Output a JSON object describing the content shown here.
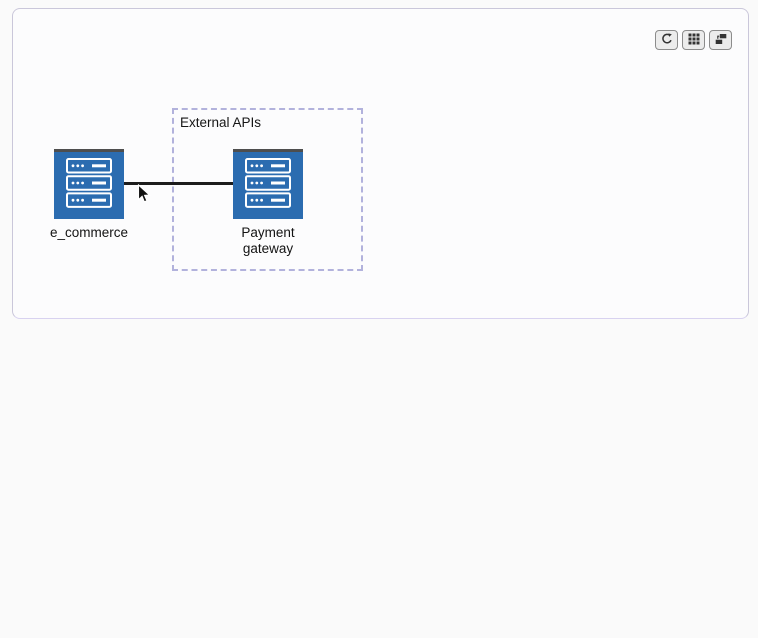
{
  "colors": {
    "page_background": "#fafafa",
    "canvas_background": "#fcfcfd",
    "canvas_border": "#cac7da",
    "group_border": "#b2b2dc",
    "node_fill": "#2b6cb0",
    "node_top_band": "#4e4e4e",
    "edge": "#1c1c1c",
    "label_text": "#131313",
    "button_background": "#ececec",
    "button_border": "#8c8c8c"
  },
  "toolbar": {
    "buttons": [
      {
        "icon": "reset-view-icon"
      },
      {
        "icon": "fit-grid-icon"
      },
      {
        "icon": "layers-icon"
      }
    ]
  },
  "diagram": {
    "group": {
      "label": "External APIs"
    },
    "nodes": [
      {
        "id": "e_commerce",
        "label": "e_commerce",
        "icon": "server-icon"
      },
      {
        "id": "payment_gateway",
        "label": "Payment gateway",
        "icon": "server-icon"
      }
    ],
    "edges": [
      {
        "from": "e_commerce",
        "to": "payment_gateway"
      }
    ]
  }
}
